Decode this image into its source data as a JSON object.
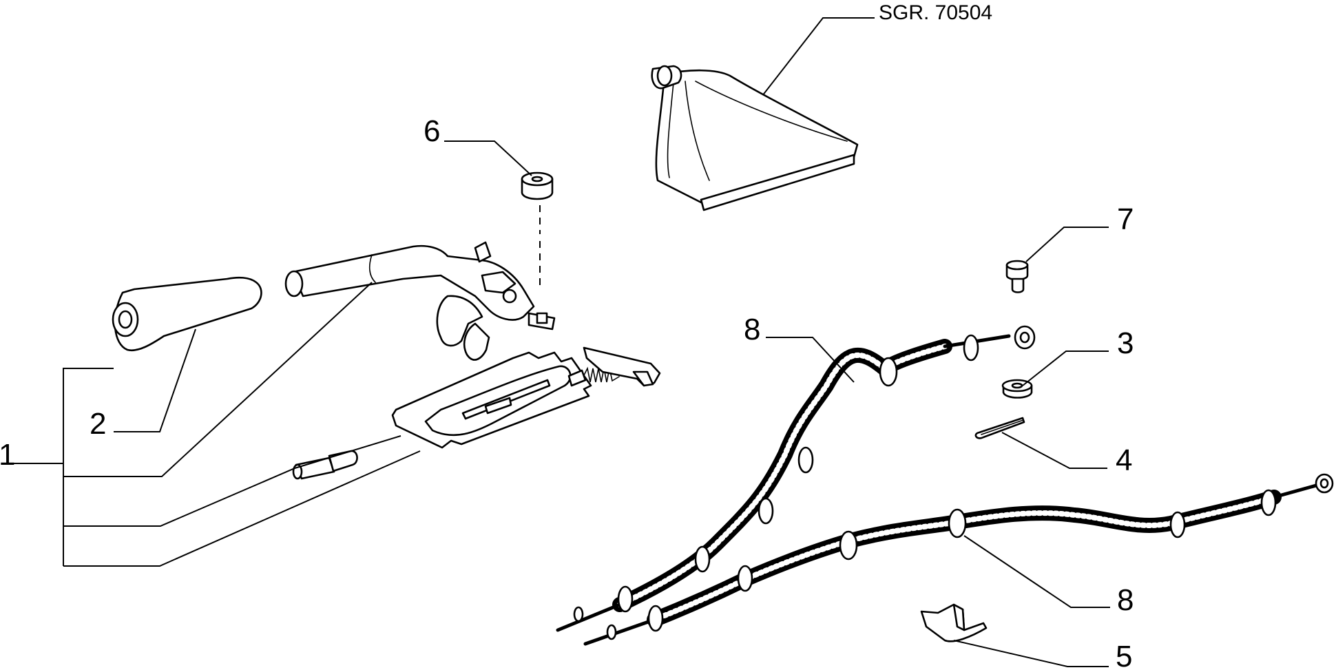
{
  "drawing_ref": "SGR. 70504",
  "callouts": {
    "c1": "1",
    "c2": "2",
    "c3": "3",
    "c4": "4",
    "c5": "5",
    "c6": "6",
    "c7": "7",
    "c8a": "8",
    "c8b": "8"
  }
}
